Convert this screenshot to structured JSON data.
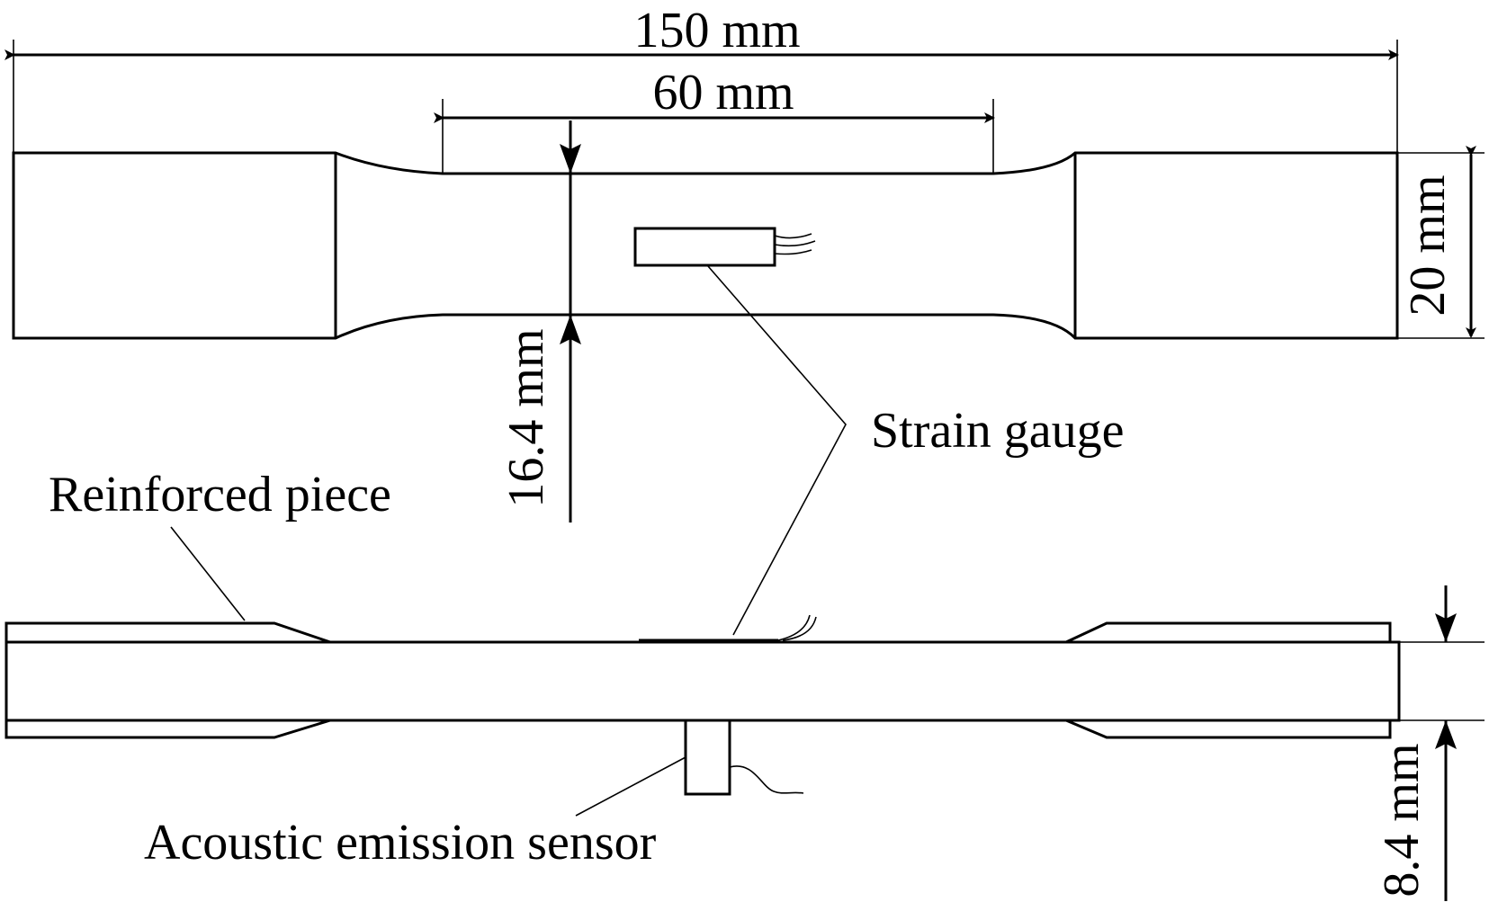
{
  "labels": {
    "overall_length": "150 mm",
    "gauge_length": "60 mm",
    "grip_width": "20 mm",
    "gauge_width": "16.4 mm",
    "thickness": "8.4 mm",
    "strain_gauge": "Strain gauge",
    "reinforced_piece": "Reinforced piece",
    "acoustic_emission_sensor": "Acoustic emission sensor"
  },
  "colors": {
    "ink": "#000000",
    "background": "#ffffff"
  }
}
